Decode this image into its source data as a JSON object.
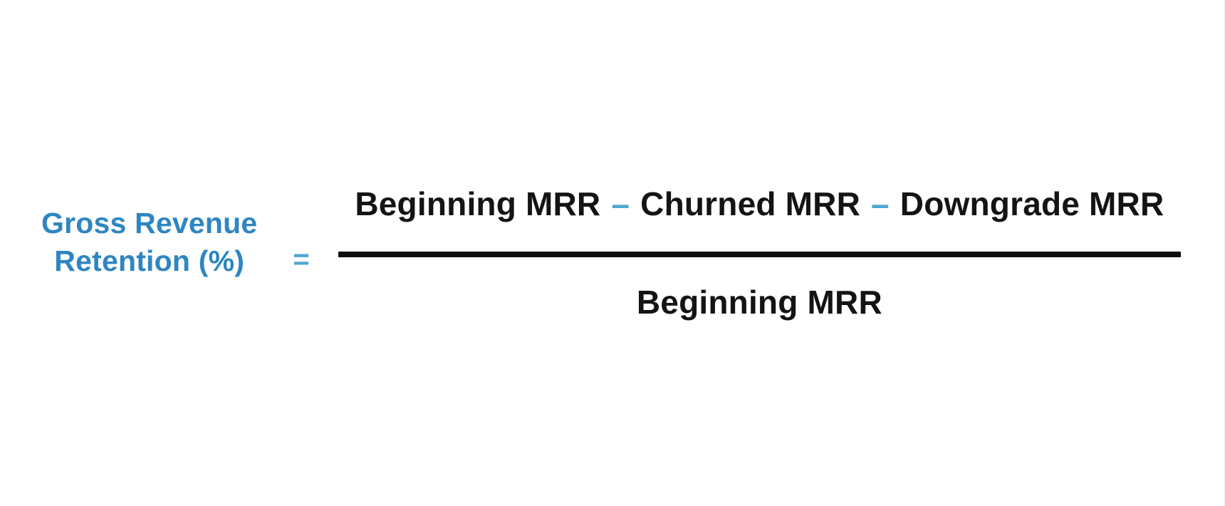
{
  "formula": {
    "label": {
      "line1": "Gross Revenue",
      "line2": "Retention (%)"
    },
    "equals_sign": "=",
    "numerator": {
      "term1": "Beginning MRR",
      "operator1": "–",
      "term2": "Churned MRR",
      "operator2": "–",
      "term3": "Downgrade MRR"
    },
    "denominator": "Beginning MRR"
  },
  "colors": {
    "label_blue": "#2E86C1",
    "operator_blue": "#4FA8CE",
    "formula_text": "#141414",
    "fraction_line": "#0e0e0e",
    "background": "#ffffff"
  }
}
